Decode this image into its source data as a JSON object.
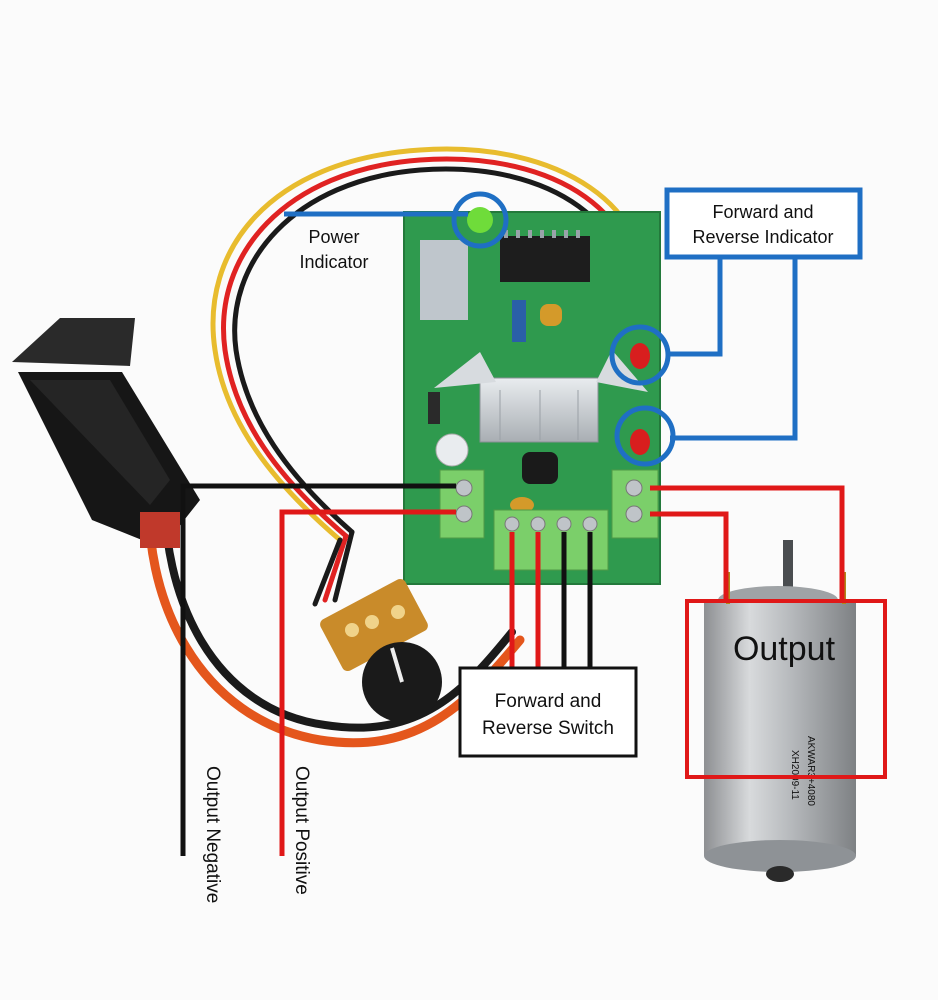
{
  "labels": {
    "power_line1": "Power",
    "power_line2": "Indicator",
    "fr_indicator_line1": "Forward and",
    "fr_indicator_line2": "Reverse Indicator",
    "fr_switch_line1": "Forward and",
    "fr_switch_line2": "Reverse Switch",
    "output": "Output",
    "output_negative": "Output Negative",
    "output_positive": "Output Positive"
  },
  "motor_print": {
    "line1": "AKWAR3+4080",
    "line2": "XH2009-11"
  },
  "colors": {
    "callout_blue": "#1f6fc4",
    "positive_red": "#e01818",
    "negative_black": "#111111",
    "pcb_green": "#2f9a4e",
    "terminal_green": "#7bcf6a",
    "power_led": "#6fdc3a",
    "direction_led": "#d81e1e"
  },
  "icons": [
    "pcb-board",
    "heatsink",
    "potentiometer-knob",
    "rocker-switch",
    "dc-motor",
    "led"
  ]
}
